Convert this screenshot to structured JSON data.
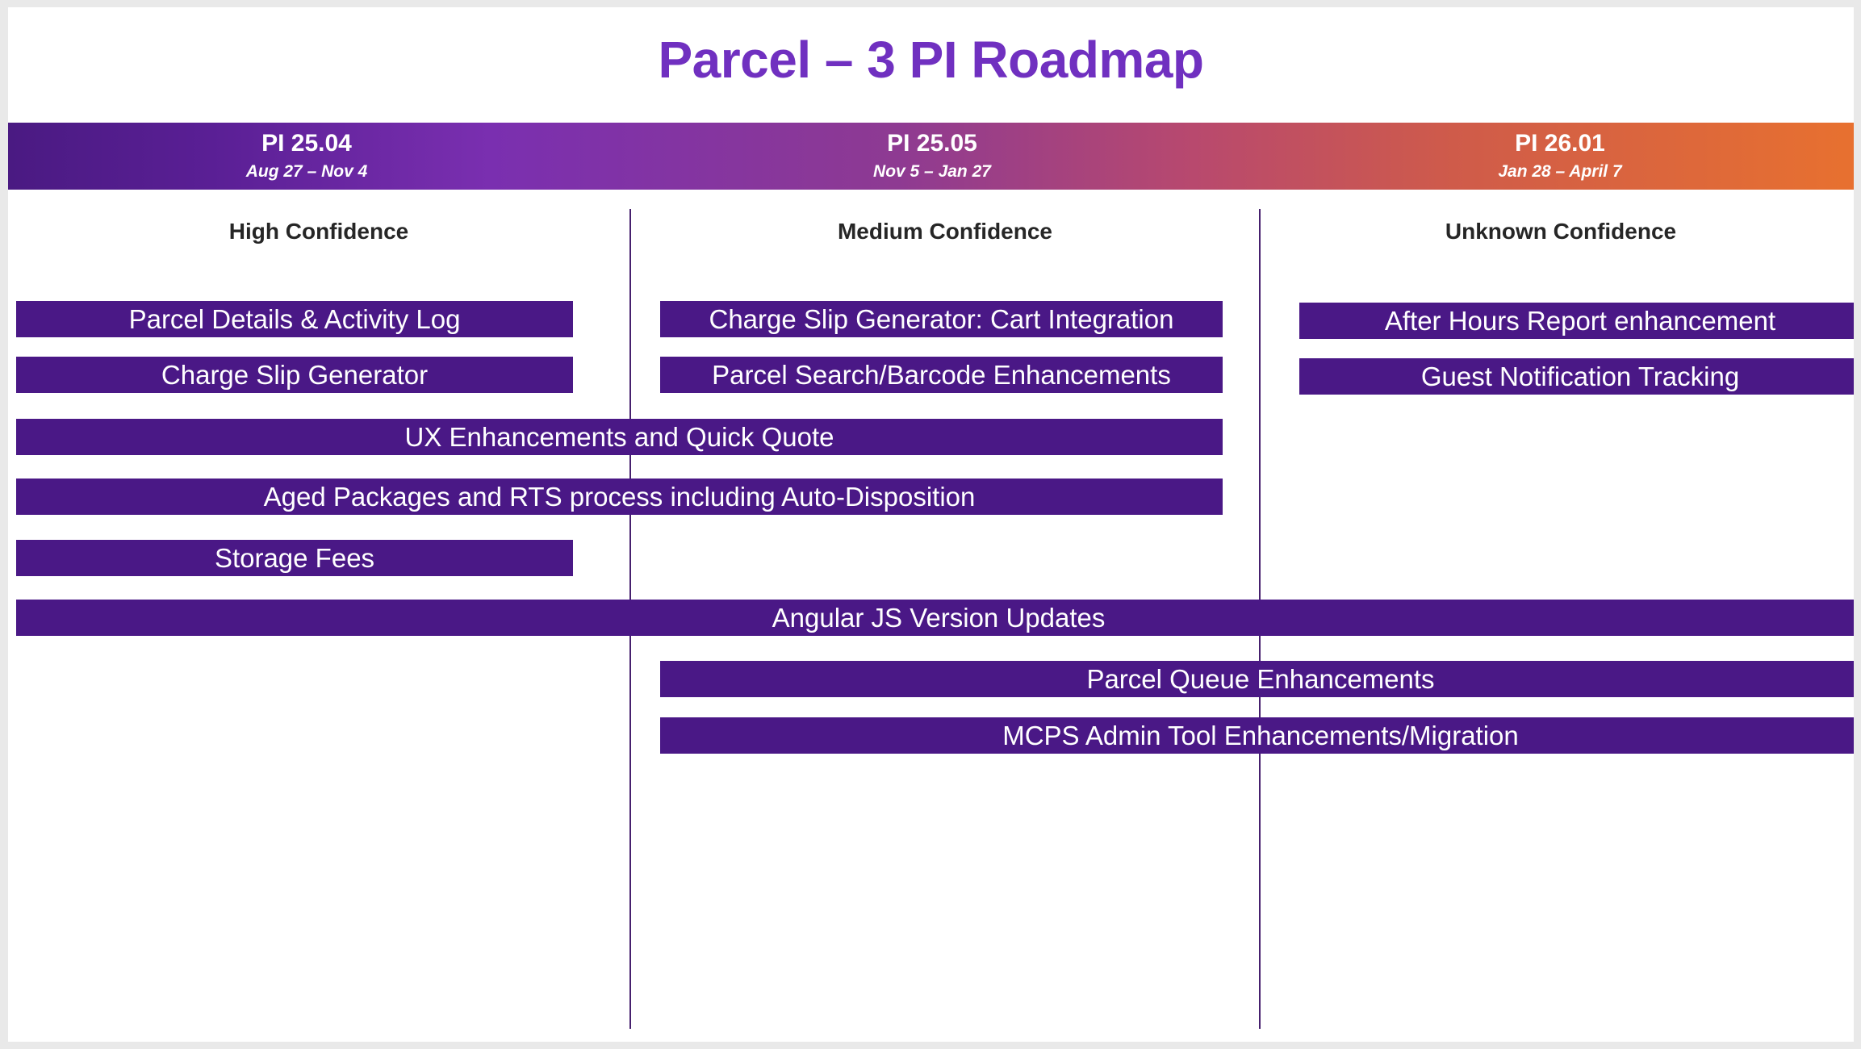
{
  "slide": {
    "title": "Parcel – 3 PI Roadmap",
    "title_color": "#7030c0",
    "bar_color": "#4a1886",
    "divider_color": "#46206e",
    "gradient": {
      "from": "#4a1a82",
      "mid": "#8e3a92",
      "to": "#e8712f"
    }
  },
  "pi_band": {
    "increments": [
      {
        "name": "PI 25.04",
        "dates": "Aug 27 – Nov 4"
      },
      {
        "name": "PI 25.05",
        "dates": "Nov 5 – Jan 27"
      },
      {
        "name": "PI 26.01",
        "dates": "Jan 28 – April 7"
      }
    ]
  },
  "columns": [
    {
      "header": "High Confidence"
    },
    {
      "header": "Medium Confidence"
    },
    {
      "header": "Unknown Confidence"
    }
  ],
  "bars": [
    {
      "label": "Parcel Details & Activity Log",
      "column": "High Confidence",
      "span": "pi-1"
    },
    {
      "label": "Charge Slip Generator: Cart Integration",
      "column": "Medium Confidence",
      "span": "pi-2"
    },
    {
      "label": "After Hours Report enhancement",
      "column": "Unknown Confidence",
      "span": "pi-3"
    },
    {
      "label": "Charge Slip Generator",
      "column": "High Confidence",
      "span": "pi-1"
    },
    {
      "label": "Parcel Search/Barcode Enhancements",
      "column": "Medium Confidence",
      "span": "pi-2"
    },
    {
      "label": "Guest Notification Tracking",
      "column": "Unknown Confidence",
      "span": "pi-3"
    },
    {
      "label": "UX Enhancements and Quick Quote",
      "column": "High Confidence",
      "span": "pi-1-to-2"
    },
    {
      "label": "Aged Packages and RTS process including Auto-Disposition",
      "column": "High Confidence",
      "span": "pi-1-to-2"
    },
    {
      "label": "Storage Fees",
      "column": "High Confidence",
      "span": "pi-1"
    },
    {
      "label": "Angular JS Version Updates",
      "column": "High Confidence",
      "span": "pi-1-to-3"
    },
    {
      "label": "Parcel Queue Enhancements",
      "column": "Medium Confidence",
      "span": "pi-2-to-3"
    },
    {
      "label": "MCPS Admin Tool Enhancements/Migration",
      "column": "Medium Confidence",
      "span": "pi-2-to-3"
    }
  ]
}
